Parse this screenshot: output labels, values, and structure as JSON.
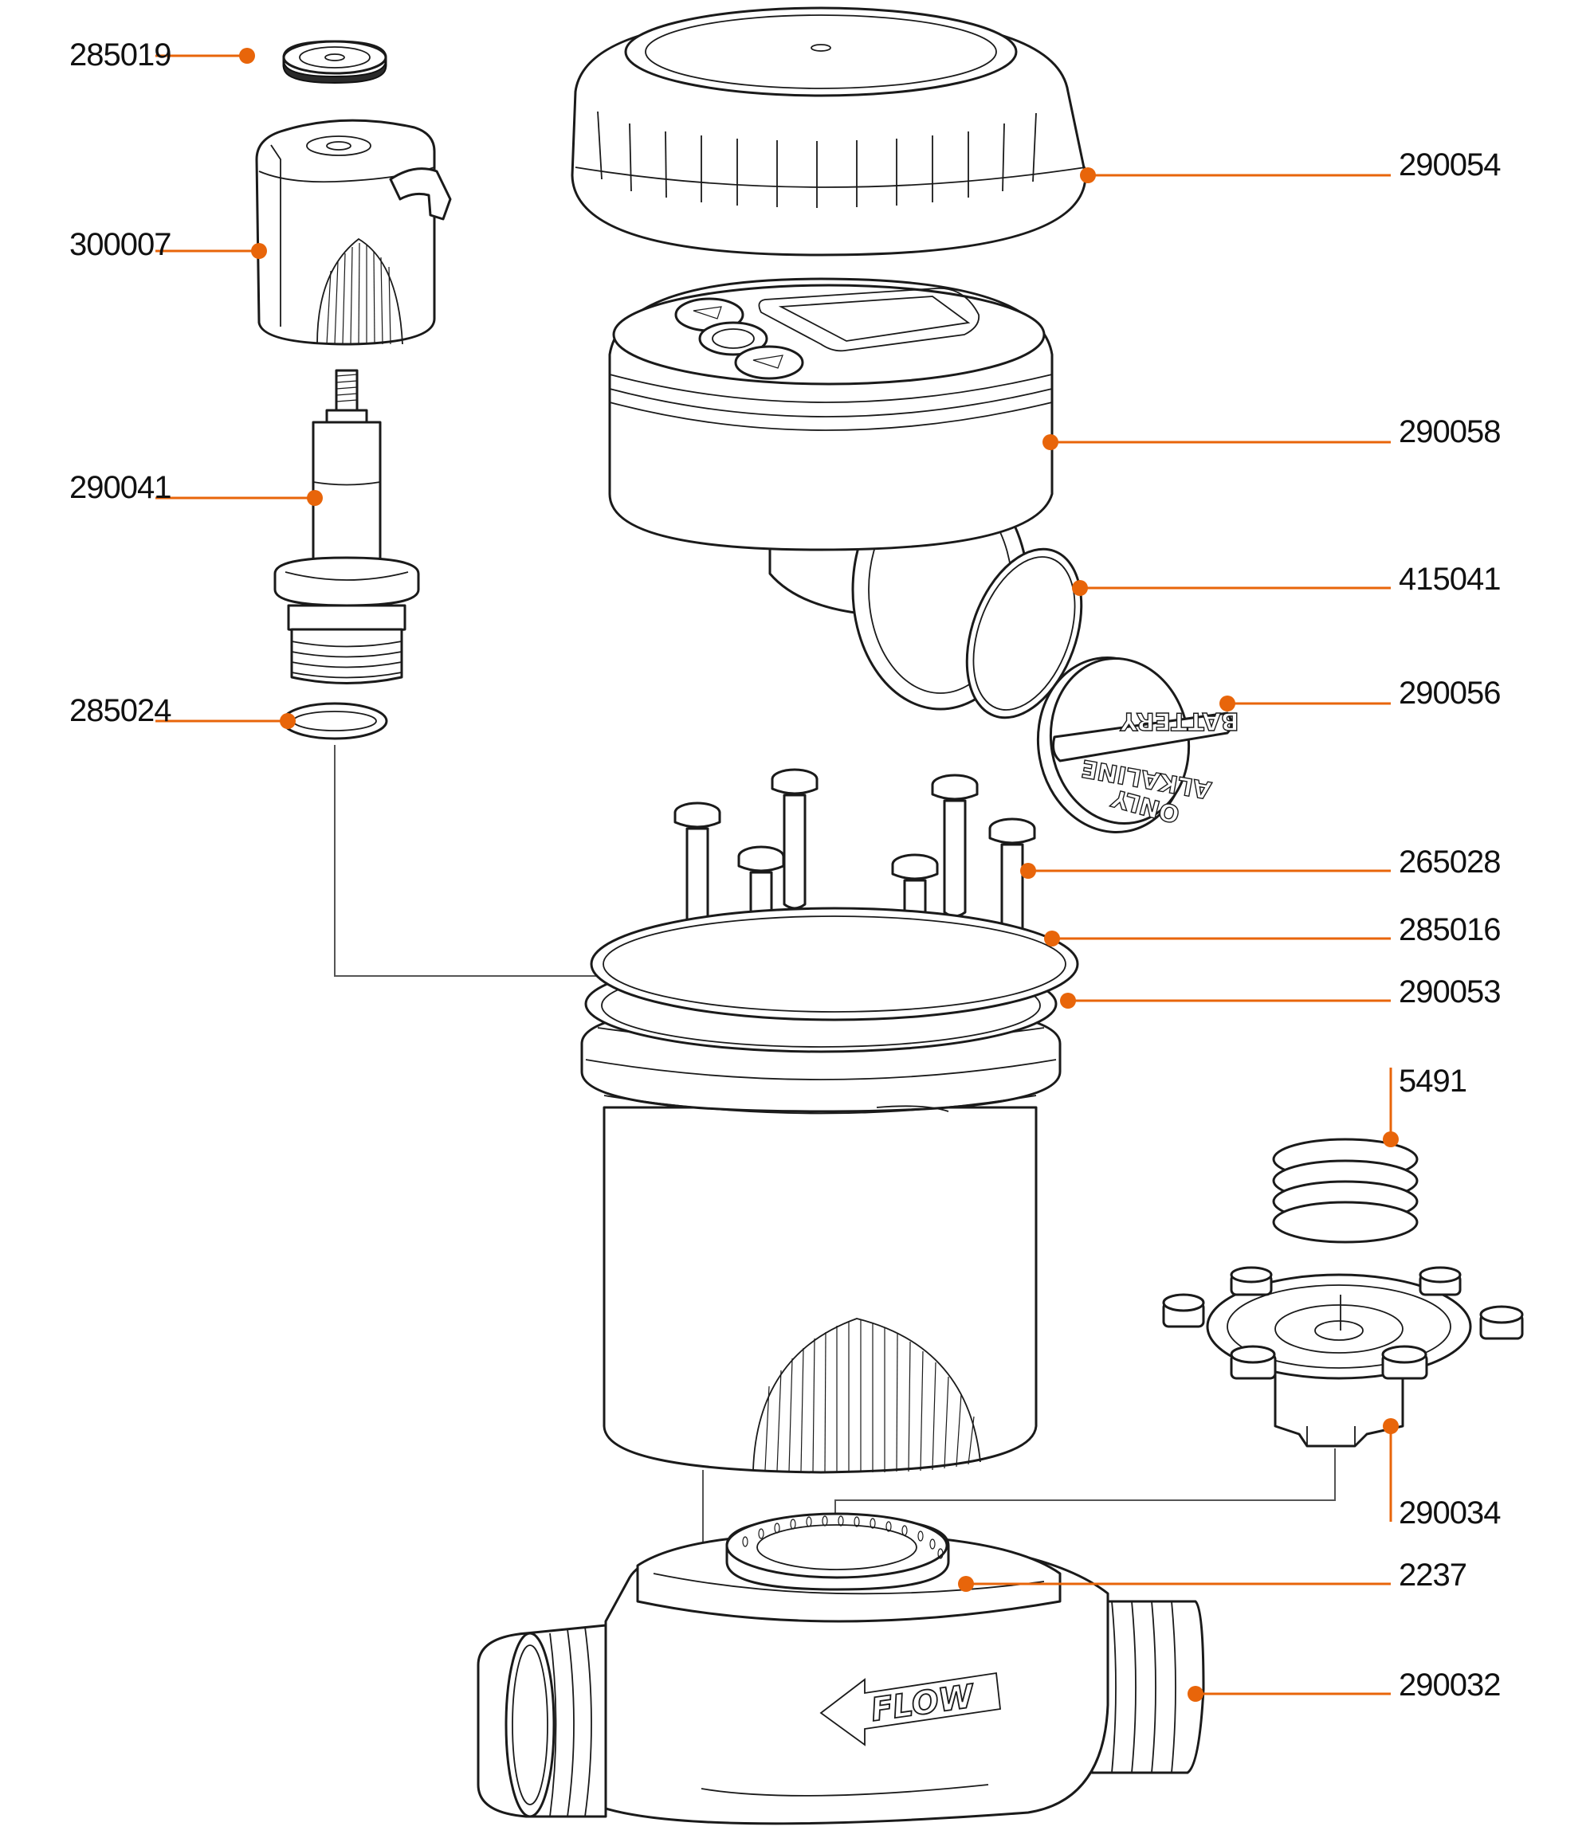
{
  "diagram": {
    "title": "Exploded parts view",
    "accent_color": "#E8650A",
    "line_color": "#1A1A1A",
    "callouts": [
      {
        "id": "285019",
        "side": "left",
        "part": "knurled cap"
      },
      {
        "id": "300007",
        "side": "left",
        "part": "solenoid housing"
      },
      {
        "id": "290041",
        "side": "left",
        "part": "solenoid plunger stem"
      },
      {
        "id": "285024",
        "side": "left",
        "part": "o-ring small"
      },
      {
        "id": "290054",
        "side": "right",
        "part": "top cover"
      },
      {
        "id": "290058",
        "side": "right",
        "part": "controller unit"
      },
      {
        "id": "415041",
        "side": "right",
        "part": "battery cap o-ring"
      },
      {
        "id": "290056",
        "side": "right",
        "part": "battery cap"
      },
      {
        "id": "265028",
        "side": "right",
        "part": "screws"
      },
      {
        "id": "285016",
        "side": "right",
        "part": "o-ring large"
      },
      {
        "id": "290053",
        "side": "right",
        "part": "housing body"
      },
      {
        "id": "5491",
        "side": "right",
        "part": "spring"
      },
      {
        "id": "290034",
        "side": "right",
        "part": "diaphragm assembly"
      },
      {
        "id": "2237",
        "side": "right",
        "part": "filter ring"
      },
      {
        "id": "290032",
        "side": "right",
        "part": "valve body"
      }
    ],
    "battery_cap_text": {
      "line1": "BATTERY",
      "line2": "ALKALINE",
      "line3": "ONLY"
    },
    "flow_arrow_text": "FLOW"
  }
}
